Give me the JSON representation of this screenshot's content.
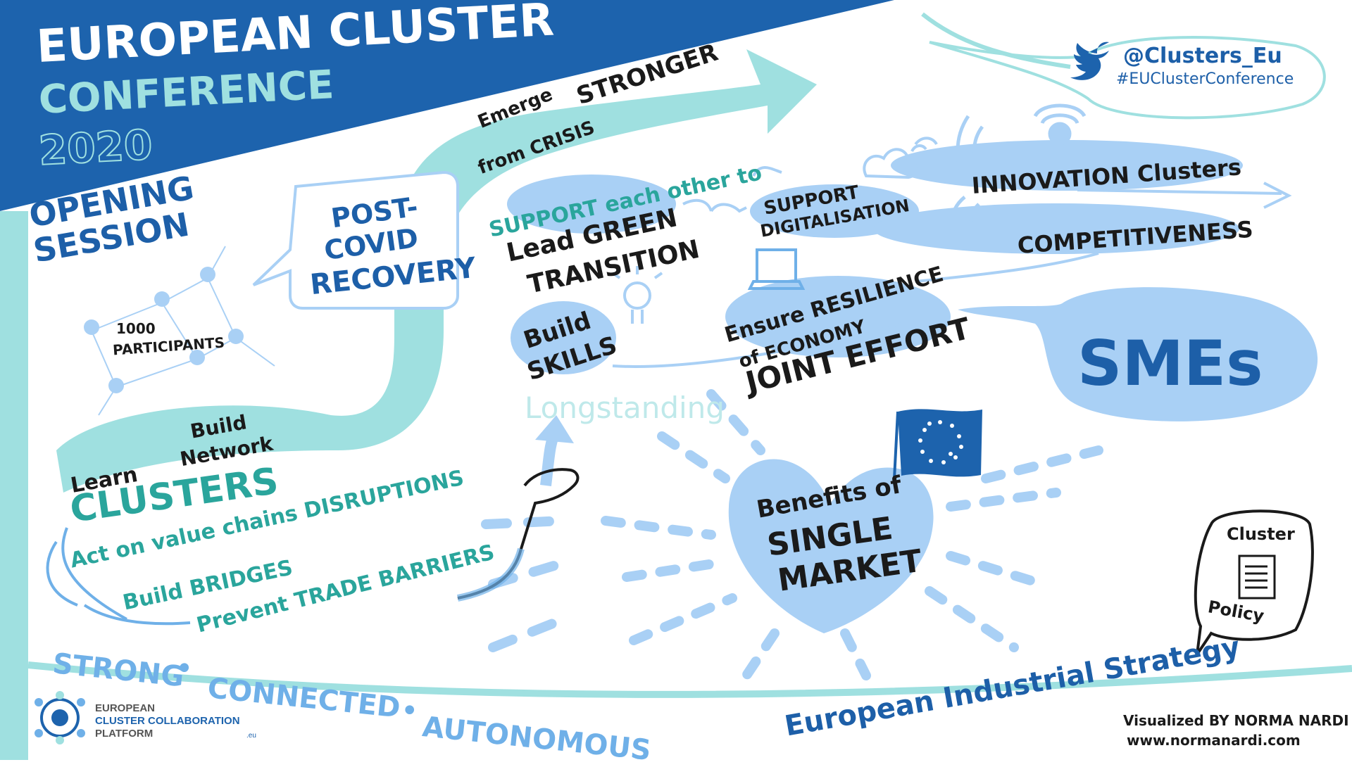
{
  "title": {
    "line1": "EUROPEAN CLUSTER",
    "line2": "CONFERENCE",
    "line3": "2020"
  },
  "session": {
    "line1": "OPENING",
    "line2": "SESSION"
  },
  "social": {
    "handle": "@Clusters_Eu",
    "hashtag": "#EUClusterConference"
  },
  "participants": {
    "count": "1000",
    "label": "PARTICIPANTS"
  },
  "arrow_flow": {
    "learn": "Learn",
    "build1": "Build",
    "build2": "Network",
    "recovery1": "POST-",
    "recovery2": "COVID",
    "recovery3": "RECOVERY",
    "emerge1": "Emerge",
    "emerge2": "STRONGER",
    "emerge3": "from CRISIS"
  },
  "clusters": {
    "heading": "CLUSTERS",
    "act": "Act on value chains DISRUPTIONS",
    "bridges": "Build BRIDGES",
    "trade": "Prevent TRADE BARRIERS"
  },
  "support": {
    "intro": "SUPPORT each other to",
    "green1": "Lead GREEN",
    "green2": "TRANSITION",
    "digital1": "SUPPORT",
    "digital2": "DIGITALISATION",
    "skills1": "Build",
    "skills2": "SKILLS",
    "resilience1": "Ensure RESILIENCE",
    "resilience2": "of ECONOMY",
    "innovation": "INNOVATION Clusters",
    "competitiveness": "COMPETITIVENESS"
  },
  "effort": {
    "longstanding": "Longstanding",
    "joint": "JOINT EFFORT"
  },
  "smes": "SMEs",
  "single_market": {
    "line1": "Benefits of",
    "line2": "SINGLE",
    "line3": "MARKET"
  },
  "policy": {
    "line1": "Cluster",
    "line2": "Policy"
  },
  "strategy": "European Industrial Strategy",
  "motto": {
    "strong": "STRONG",
    "connected": "CONNECTED",
    "autonomous": "AUTONOMOUS",
    "dot": "•"
  },
  "logo": {
    "line1": "EUROPEAN",
    "line2": "CLUSTER COLLABORATION",
    "line3": "PLATFORM",
    "suffix": ".eu"
  },
  "credit": {
    "line1": "Visualized BY NORMA NARDI",
    "line2": "www.normanardi.com"
  },
  "colors": {
    "dark_blue": "#1d5fa8",
    "teal": "#2aa59c",
    "light_teal": "#9fe0e0",
    "light_blue": "#a9d0f5"
  }
}
